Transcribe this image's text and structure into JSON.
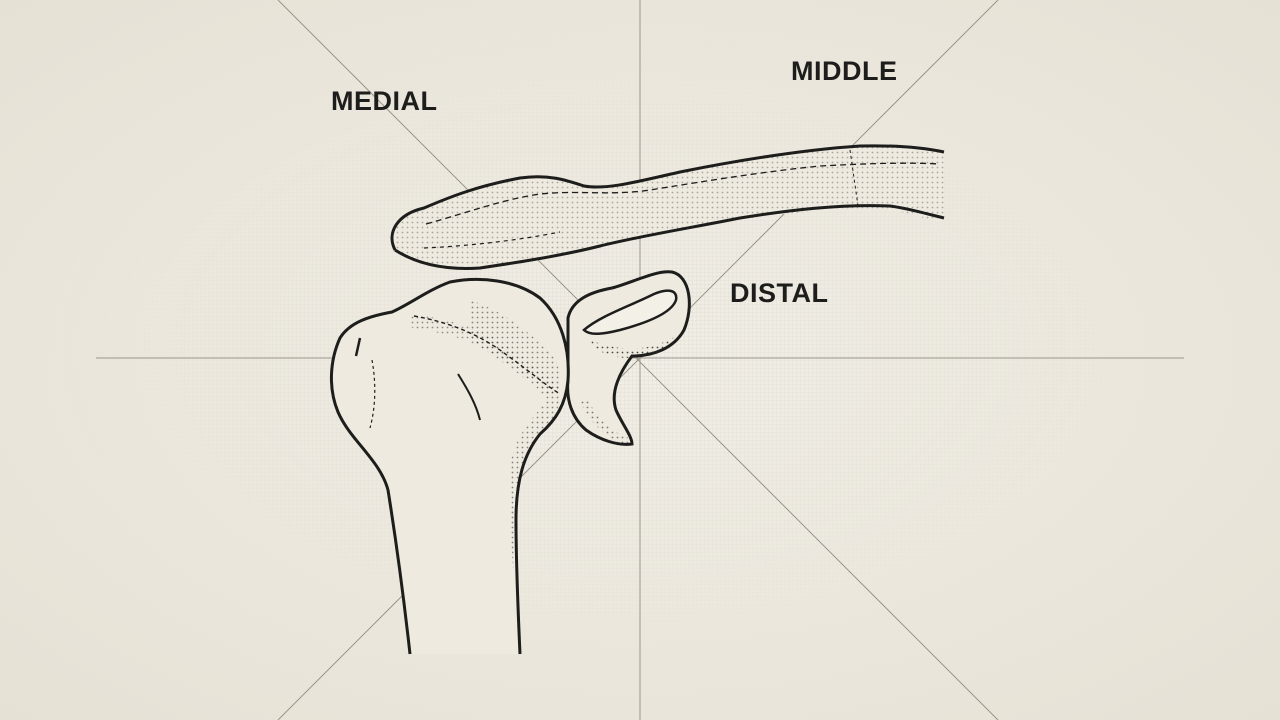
{
  "labels": {
    "medial": "MEDIAL",
    "middle": "MIDDLE",
    "distal": "DISTAL"
  },
  "colors": {
    "background": "#ece8dd",
    "ink": "#1d1d1b",
    "guide_line": "#9a968c",
    "stipple": "#2b2b28"
  }
}
